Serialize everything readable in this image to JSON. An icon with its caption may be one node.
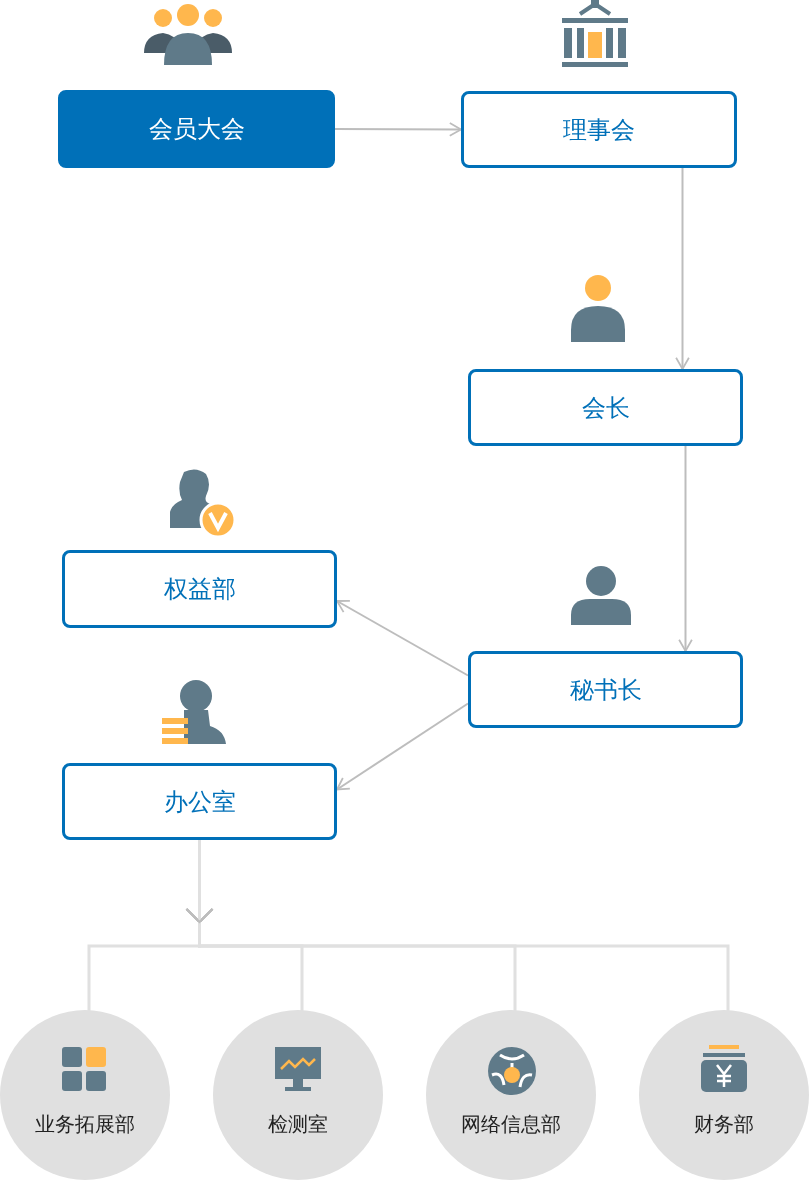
{
  "diagram": {
    "nodes": [
      {
        "text": [
          "会员大会"
        ]
      },
      {
        "text": [
          "理事会"
        ]
      },
      {
        "text": [
          "会长"
        ]
      },
      {
        "text": [
          "秘书长"
        ]
      },
      {
        "text": [
          "权益部"
        ]
      },
      {
        "text": [
          "办公室"
        ]
      },
      {
        "text": [
          "业务拓展部"
        ]
      },
      {
        "text": [
          "检测室"
        ]
      },
      {
        "text": [
          "网络信息部"
        ]
      },
      {
        "text": [
          "财务部"
        ]
      }
    ],
    "edges": [
      {
        "from": 0,
        "to": 1,
        "arrow": "to"
      },
      {
        "from": 1,
        "to": 2,
        "arrow": "to"
      },
      {
        "from": 2,
        "to": 3,
        "arrow": "to"
      },
      {
        "from": 3,
        "to": 4,
        "arrow": "to"
      },
      {
        "from": 3,
        "to": 5,
        "arrow": "to"
      },
      {
        "from": 5,
        "to": 6,
        "arrow": "to"
      },
      {
        "from": 5,
        "to": 7,
        "arrow": "to"
      },
      {
        "from": 5,
        "to": 8,
        "arrow": "to"
      },
      {
        "from": 5,
        "to": 9,
        "arrow": "to"
      }
    ]
  }
}
